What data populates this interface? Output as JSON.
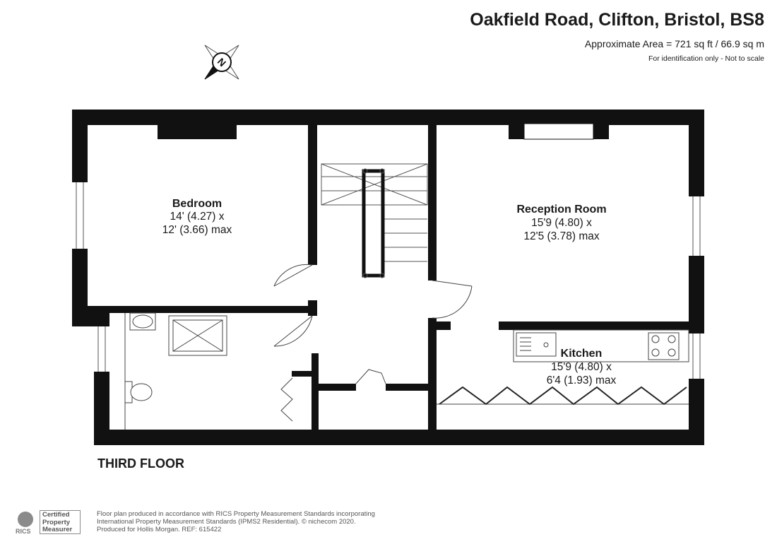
{
  "header": {
    "title": "Oakfield Road, Clifton, Bristol, BS8",
    "area": "Approximate Area = 721 sq ft / 66.9 sq m",
    "note": "For identification only - Not to scale"
  },
  "compass": {
    "north_label": "N",
    "icon": "compass-icon"
  },
  "rooms": {
    "bedroom": {
      "name": "Bedroom",
      "dim1": "14' (4.27) x",
      "dim2": "12' (3.66) max"
    },
    "reception": {
      "name": "Reception Room",
      "dim1": "15'9 (4.80) x",
      "dim2": "12'5 (3.78) max"
    },
    "kitchen": {
      "name": "Kitchen",
      "dim1": "15'9 (4.80) x",
      "dim2": "6'4 (1.93) max"
    }
  },
  "floor_label": "THIRD FLOOR",
  "footer": {
    "logo": {
      "brand": "RICS",
      "cert_line1": "Certified",
      "cert_line2": "Property",
      "cert_line3": "Measurer"
    },
    "line1": "Floor plan produced in accordance with RICS Property Measurement Standards incorporating",
    "line2": "International Property Measurement Standards (IPMS2 Residential).  © nichecom 2020.",
    "line3": "Produced for Hollis Morgan.   REF: 615422"
  },
  "colors": {
    "wall": "#111111",
    "line": "#444444",
    "bg": "#ffffff"
  }
}
